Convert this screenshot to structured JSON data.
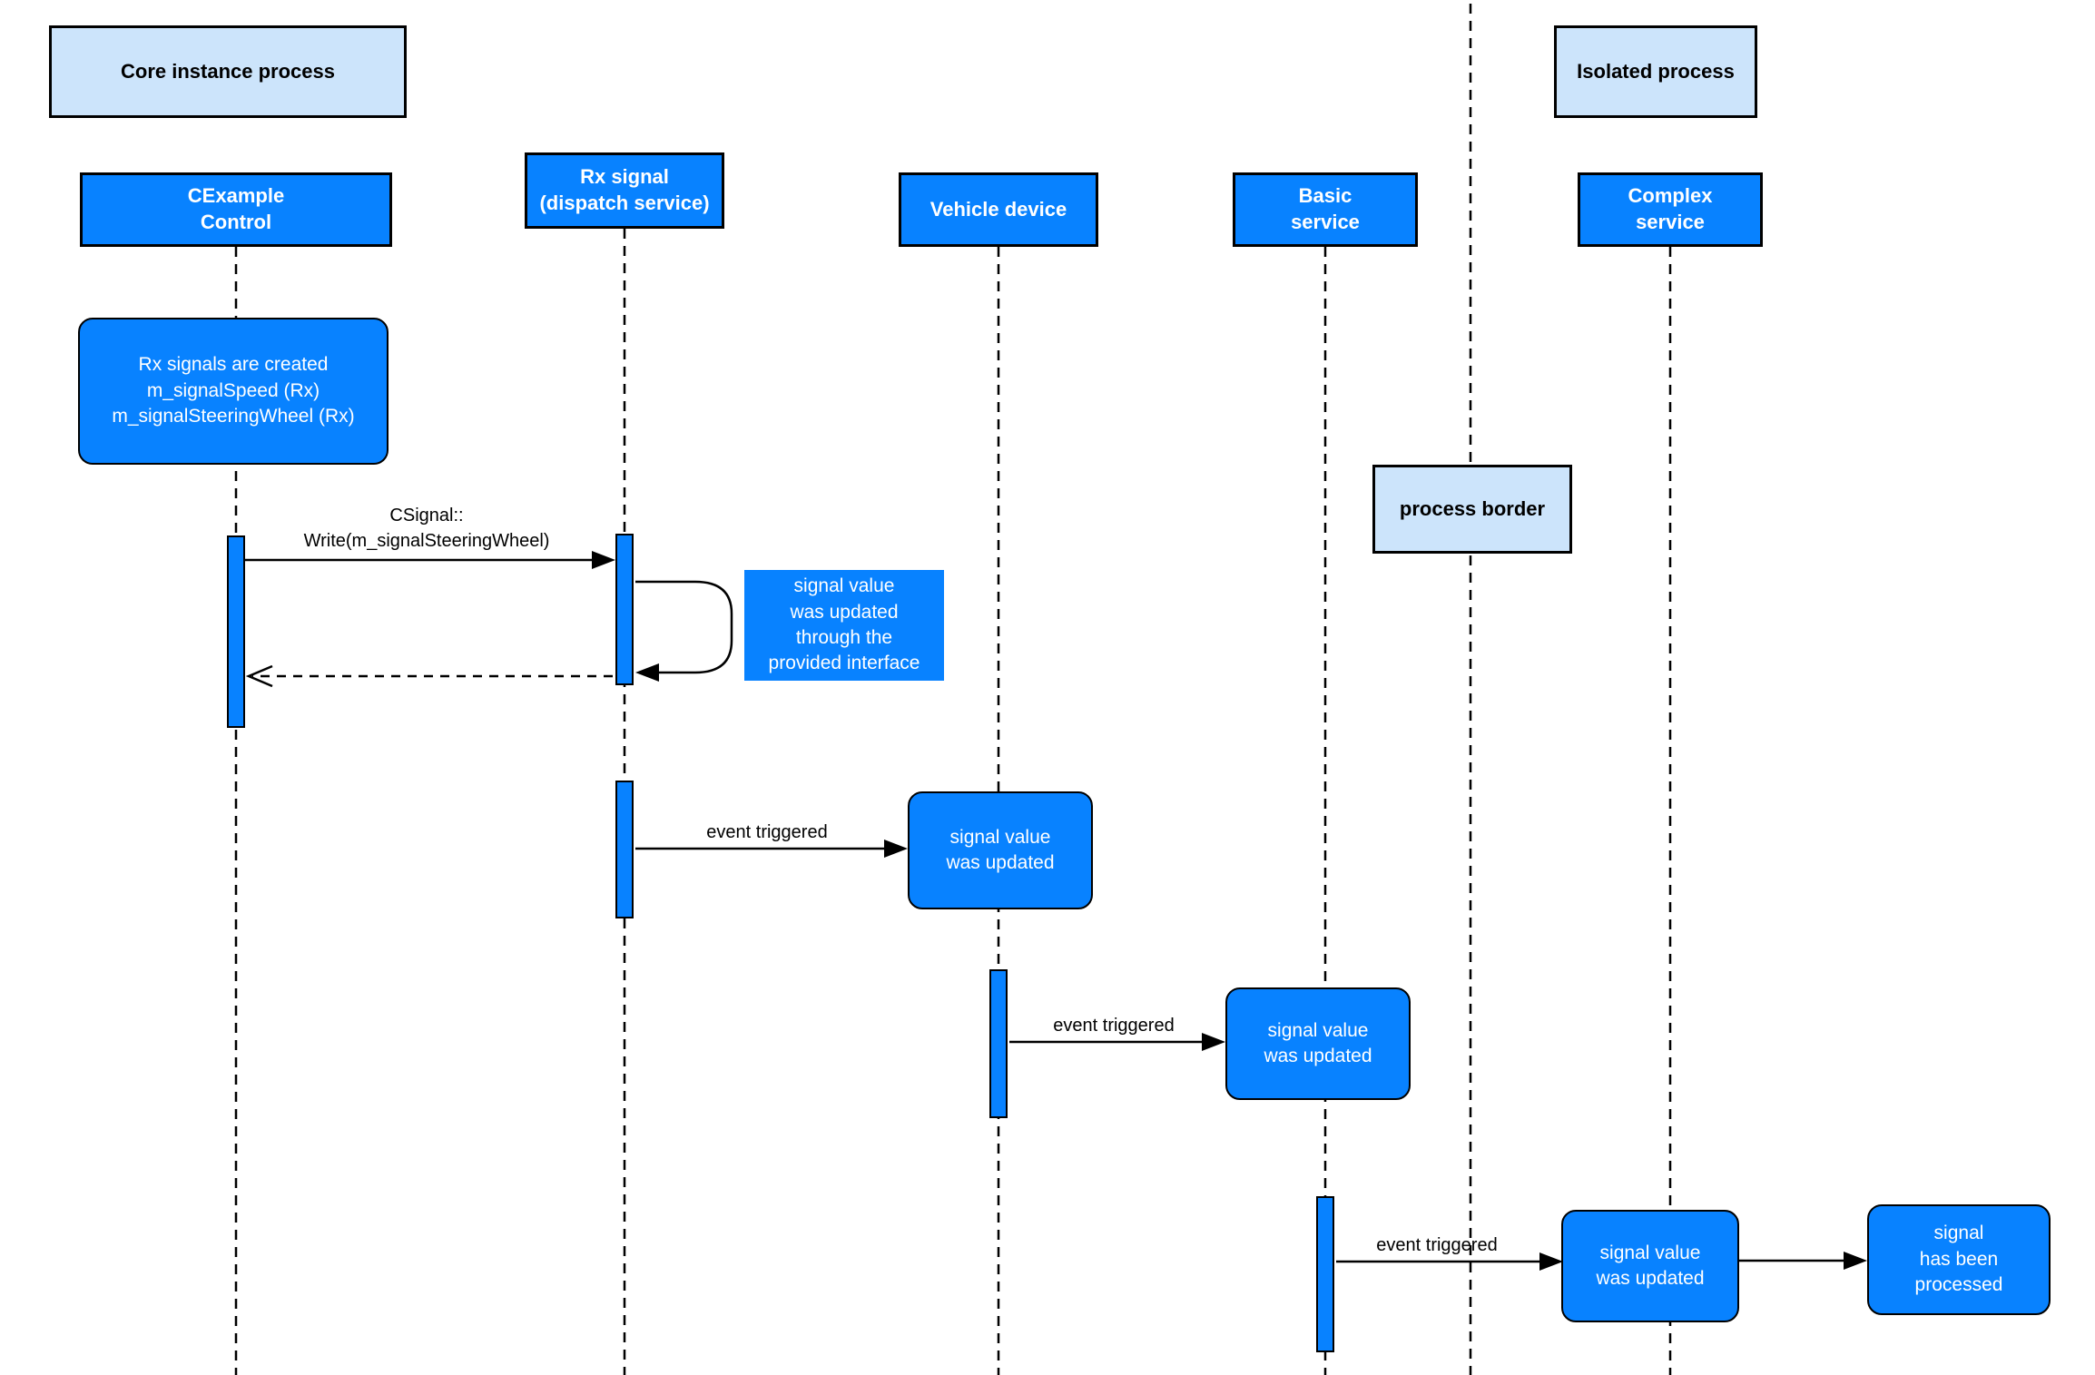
{
  "colors": {
    "accent_blue": "#0882ff",
    "light_blue": "#cce4fb",
    "border_black": "#000000",
    "background": "#ffffff"
  },
  "process_labels": {
    "core": "Core instance process",
    "isolated": "Isolated process",
    "border": "process border"
  },
  "lifelines": [
    {
      "id": "cexample-control",
      "label": "CExample\nControl"
    },
    {
      "id": "rx-signal",
      "label": "Rx signal\n(dispatch service)"
    },
    {
      "id": "vehicle-device",
      "label": "Vehicle device"
    },
    {
      "id": "basic-service",
      "label": "Basic\nservice"
    },
    {
      "id": "complex-service",
      "label": "Complex\nservice"
    }
  ],
  "notes": [
    {
      "id": "rx-signals-created",
      "text": "Rx signals are created\nm_signalSpeed (Rx)\nm_signalSteeringWheel (Rx)"
    },
    {
      "id": "updated-through-interface",
      "text": "signal value\nwas updated\nthrough the\nprovided interface"
    },
    {
      "id": "signal-updated-vehicle",
      "text": "signal value\nwas updated"
    },
    {
      "id": "signal-updated-basic",
      "text": "signal value\nwas updated"
    },
    {
      "id": "signal-updated-complex",
      "text": "signal value\nwas updated"
    },
    {
      "id": "signal-processed",
      "text": "signal\nhas been\nprocessed"
    }
  ],
  "messages": [
    {
      "id": "write-steering-wheel",
      "label": "CSignal::\nWrite(m_signalSteeringWheel)",
      "type": "sync-call"
    },
    {
      "id": "self-call",
      "label": "",
      "type": "self-call"
    },
    {
      "id": "return",
      "label": "",
      "type": "dashed-return"
    },
    {
      "id": "event-triggered-1",
      "label": "event triggered",
      "type": "sync-call"
    },
    {
      "id": "event-triggered-2",
      "label": "event triggered",
      "type": "sync-call"
    },
    {
      "id": "event-triggered-3",
      "label": "event triggered",
      "type": "sync-call"
    },
    {
      "id": "forward-to-processed",
      "label": "",
      "type": "sync-call"
    }
  ]
}
